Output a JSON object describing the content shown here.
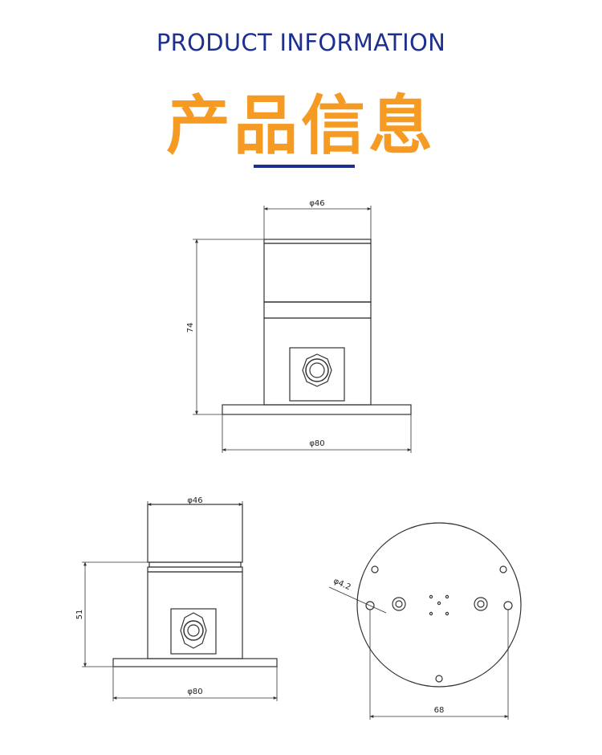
{
  "header": {
    "title_en": "PRODUCT INFORMATION",
    "title_cn": "产品信息"
  },
  "colors": {
    "title_en": "#1d2f8f",
    "title_cn": "#f59a23",
    "rule": "#1d2f8f",
    "line": "#333333"
  },
  "view_front_large": {
    "dim_top": "φ46",
    "dim_height": "74",
    "dim_base": "φ80"
  },
  "view_front_small": {
    "dim_top": "φ46",
    "dim_height": "51",
    "dim_base": "φ80"
  },
  "view_bottom": {
    "dim_hole": "φ4.2",
    "dim_span": "68"
  }
}
